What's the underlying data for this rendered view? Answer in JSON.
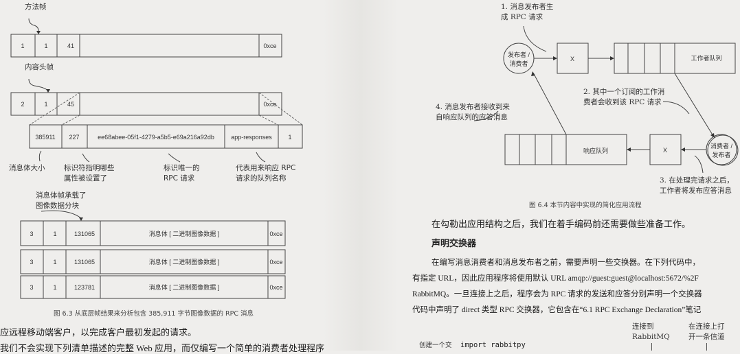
{
  "left_page": {
    "figure": {
      "method_frame_label": "方法帧",
      "method_frame_cells": [
        "1",
        "1",
        "41",
        "0xce"
      ],
      "content_header_label": "内容头帧",
      "header_frame_cells": [
        "2",
        "1",
        "45",
        "0xce"
      ],
      "header_payload_cells": [
        "385911",
        "227",
        "ee68abee-05f1-4279-a5b5-e69a216a92db",
        "app-responses",
        "1"
      ],
      "annotations": {
        "body_size": "消息体大小",
        "flags_line1": "标识符指明哪些",
        "flags_line2": "属性被设置了",
        "correlation_line1": "标识唯一的",
        "correlation_line2": "RPC 请求",
        "reply_to_line1": "代表用来响应 RPC",
        "reply_to_line2": "请求的队列名称",
        "body_frames_line1": "消息体帧承载了",
        "body_frames_line2": "图像数据分块"
      },
      "body_frames": [
        {
          "type": "3",
          "channel": "1",
          "size": "131065",
          "payload": "消息体 [ 二进制图像数据 ]",
          "end": "0xce"
        },
        {
          "type": "3",
          "channel": "1",
          "size": "131065",
          "payload": "消息体 [ 二进制图像数据 ]",
          "end": "0xce"
        },
        {
          "type": "3",
          "channel": "1",
          "size": "123781",
          "payload": "消息体 [ 二进制图像数据 ]",
          "end": "0xce"
        }
      ],
      "caption": "图 6.3   从底层帧结果来分析包含 385,911 字节图像数据的 RPC 消息"
    },
    "text_lines": [
      "应远程移动端客户，以完成客户最初发起的请求。",
      "我们不会实现下列清单描述的完整 Web 应用，而仅编写一个简单的消费者处理程序"
    ]
  },
  "right_page": {
    "figure": {
      "publisher_consumer": "发布者 / 消费者",
      "publisher_consumer_l1": "发布者 /",
      "publisher_consumer_l2": "消费者",
      "consumer_publisher_l1": "消费者 /",
      "consumer_publisher_l2": "发布者",
      "exchange_label": "X",
      "worker_queue": "工作者队列",
      "response_queue": "响应队列",
      "step1_l1": "1. 消息发布者生",
      "step1_l2": "成 RPC 请求",
      "step2_l1": "2. 其中一个订阅的工作消",
      "step2_l2": "费者会收到该 RPC 请求",
      "step3_l1": "3. 在处理完请求之后，",
      "step3_l2": "工作者将发布应答消息",
      "step4_l1": "4. 消息发布者接收到来",
      "step4_l2": "自响应队列的应答消息",
      "caption": "图 6.4    本节内容中实现的简化应用流程"
    },
    "intro": "在勾勒出应用结构之后，我们在着手编码前还需要做些准备工作。",
    "section_heading": "声明交换器",
    "paragraph_lines": [
      "在编写消息消费者和消息发布者之前，需要声明一些交换器。在下列代码中，",
      "有指定 URL，因此应用程序将使用默认 URL amqp://guest:guest@localhost:5672/%2F",
      "RabbitMQ。一旦连接上之后，程序会为 RPC 请求的发送和应答分别声明一个交换器",
      "代码中声明了 direct 类型 RPC 交换器，它包含在“6.1 RPC Exchange Declaration”笔记"
    ],
    "code": {
      "annotation_connect_l1": "连接到",
      "annotation_connect_l2": "RabbitMQ",
      "annotation_channel_l1": "在连接上打",
      "annotation_channel_l2": "开一条信道",
      "annotation_create": "创建一个交",
      "line1": "import rabbitpy"
    }
  }
}
